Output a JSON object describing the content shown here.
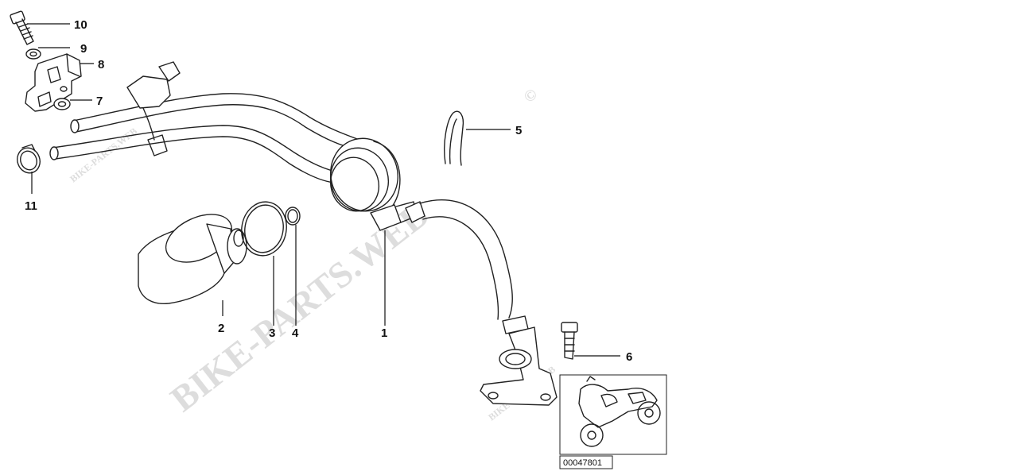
{
  "callouts": {
    "c1": "1",
    "c2": "2",
    "c3": "3",
    "c4": "4",
    "c5": "5",
    "c6": "6",
    "c7": "7",
    "c8": "8",
    "c9": "9",
    "c10": "10",
    "c11": "11"
  },
  "reference": {
    "diagram_number": "00047801"
  },
  "watermark": {
    "main": "BIKE-PARTS.WEB",
    "copyright": "©",
    "small": "BIKE-PARTS.WEB"
  }
}
